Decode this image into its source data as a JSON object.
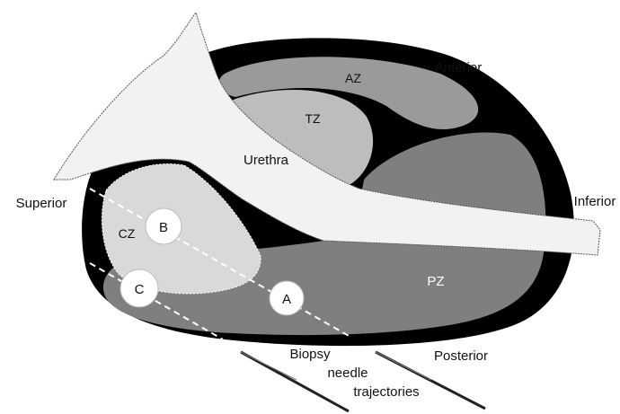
{
  "labels": {
    "anterior": "Anterior",
    "superior": "Superior",
    "inferior": "Inferior",
    "posterior": "Posterior",
    "urethra": "Urethra",
    "az": "AZ",
    "tz": "TZ",
    "cz": "CZ",
    "pz": "PZ",
    "needle_caption_line1": "Biopsy",
    "needle_caption_line2": "needle",
    "needle_caption_line3": "trajectories"
  },
  "markers": {
    "a": "A",
    "b": "B",
    "c": "C"
  },
  "colors": {
    "capsule": "#000000",
    "anterior_zone": "#9a9a9a",
    "transition_zone": "#bdbdbd",
    "peripheral_zone": "#7f7f7f",
    "central_zone": "#d9d9d9",
    "urethra": "#f2f2f2",
    "marker_fill": "#ffffff",
    "trajectory": "#ffffff",
    "needle": "#333333"
  }
}
